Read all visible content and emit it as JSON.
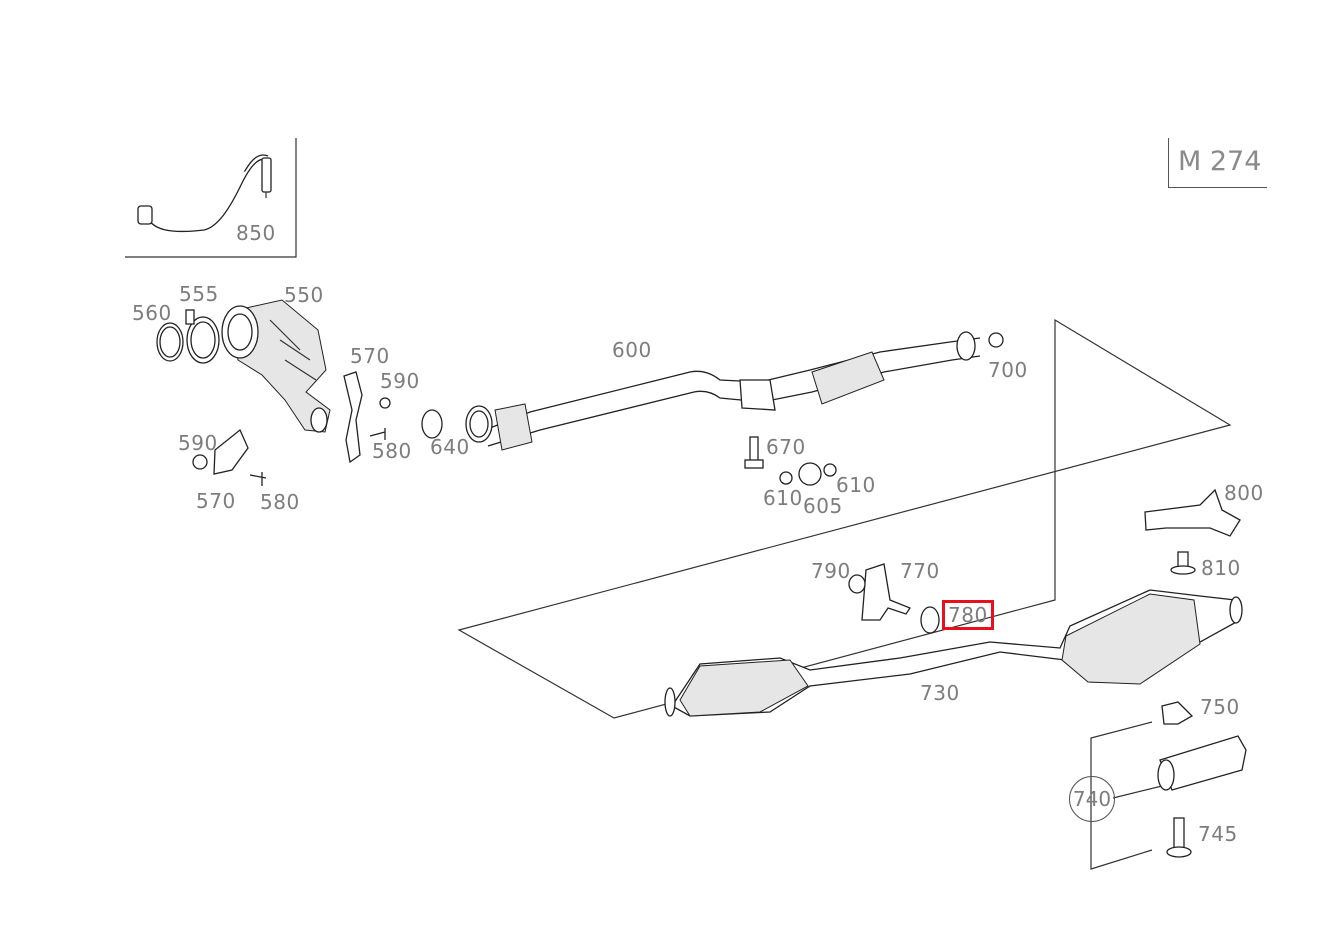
{
  "model": "M 274",
  "highlighted_part": "780",
  "colors": {
    "highlight": "#e8101a",
    "label": "#7d7d7d",
    "line": "#333333"
  },
  "labels": [
    {
      "id": "850",
      "text": "850"
    },
    {
      "id": "555",
      "text": "555"
    },
    {
      "id": "550",
      "text": "550"
    },
    {
      "id": "560",
      "text": "560"
    },
    {
      "id": "570a",
      "text": "570"
    },
    {
      "id": "590a",
      "text": "590"
    },
    {
      "id": "580a",
      "text": "580"
    },
    {
      "id": "640",
      "text": "640"
    },
    {
      "id": "600",
      "text": "600"
    },
    {
      "id": "700",
      "text": "700"
    },
    {
      "id": "590b",
      "text": "590"
    },
    {
      "id": "570b",
      "text": "570"
    },
    {
      "id": "580b",
      "text": "580"
    },
    {
      "id": "670",
      "text": "670"
    },
    {
      "id": "610a",
      "text": "610"
    },
    {
      "id": "610b",
      "text": "610"
    },
    {
      "id": "605",
      "text": "605"
    },
    {
      "id": "800",
      "text": "800"
    },
    {
      "id": "810",
      "text": "810"
    },
    {
      "id": "790",
      "text": "790"
    },
    {
      "id": "770",
      "text": "770"
    },
    {
      "id": "780",
      "text": "780"
    },
    {
      "id": "730",
      "text": "730"
    },
    {
      "id": "750",
      "text": "750"
    },
    {
      "id": "740",
      "text": "740"
    },
    {
      "id": "745",
      "text": "745"
    }
  ]
}
